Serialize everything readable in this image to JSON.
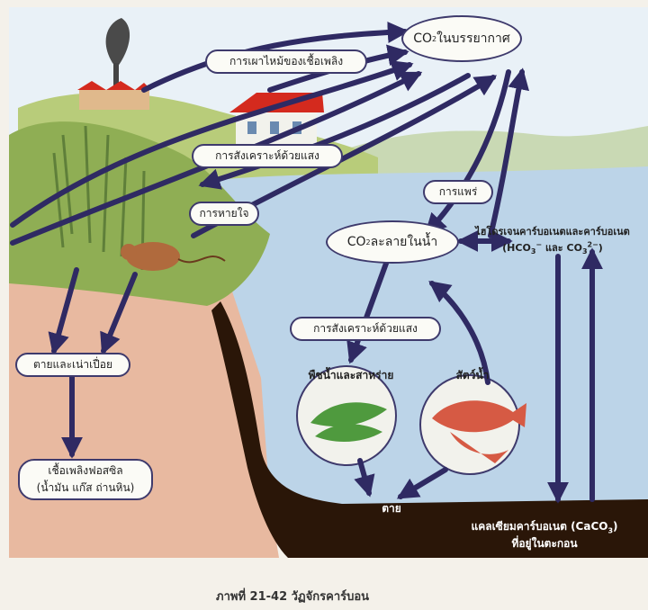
{
  "colors": {
    "arrow": "#2f2a63",
    "sky": "#e9f1f7",
    "water": "#bcd4e8",
    "sediment": "#2a1608",
    "soil": "#e8b9a0",
    "grass": "#8fae54",
    "roof": "#d42a1e"
  },
  "banner": {
    "text": ""
  },
  "atmosphere": {
    "co2_prefix": "CO",
    "co2_sub": "2",
    "co2_suffix": " ในบรรยากาศ"
  },
  "labels": {
    "fuel_burning": "การเผาไหม้ของเชื้อเพลิง",
    "photosynthesis_land": "การสังเคราะห์ด้วยแสง",
    "respiration": "การหายใจ",
    "diffusion": "การแพร่",
    "dissolved_prefix": "CO",
    "dissolved_sub": "2",
    "dissolved_suffix": " ละลายในน้ำ",
    "bicarbonate_title": "ไฮโดรเจนคาร์บอเนตและคาร์บอเนต",
    "bicarbonate_a": "(HCO",
    "bicarbonate_a_sub": "3",
    "bicarbonate_a_sup": "−",
    "bicarbonate_and": " และ CO",
    "bicarbonate_b_sub": "3",
    "bicarbonate_b_sup": "2−",
    "bicarbonate_close": ")",
    "photosynthesis_water": "การสังเคราะห์ด้วยแสง",
    "plants_algae": "พืชน้ำและสาหร่าย",
    "aquatic_animals": "สัตว์น้ำ",
    "dead_decay": "ตายและเน่าเปื่อย",
    "fossil_fuels_line1": "เชื้อเพลิงฟอสซิล",
    "fossil_fuels_line2": "(น้ำมัน แก๊ส ถ่านหิน)",
    "death": "ตาย",
    "calcium_line1_a": "แคลเซียมคาร์บอเนต (CaCO",
    "calcium_line1_sub": "3",
    "calcium_line1_b": ")",
    "calcium_line2": "ที่อยู่ในตะกอน"
  },
  "caption": {
    "text": "ภาพที่ 21-42   วัฏจักรคาร์บอน"
  },
  "icons": [
    "factory-icon",
    "house-icon",
    "mouse-icon",
    "algae-icon",
    "fish-icon",
    "reeds-icon"
  ]
}
